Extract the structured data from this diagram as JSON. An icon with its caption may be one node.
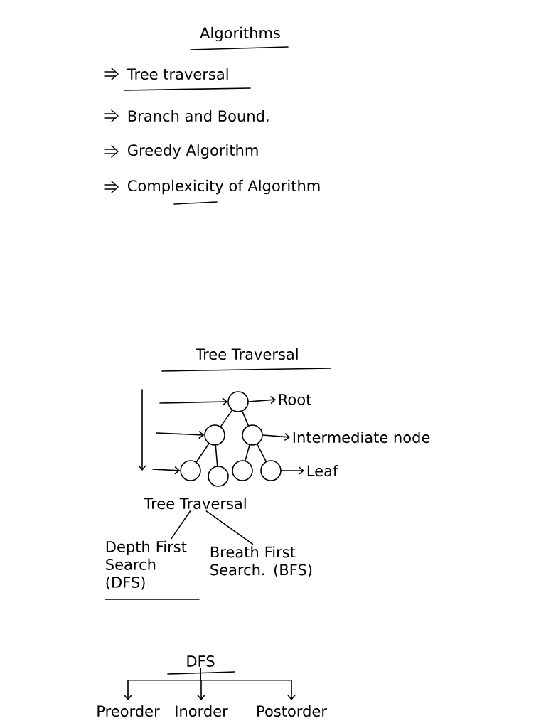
{
  "diagram": {
    "title": "Algorithms",
    "nodes": [
      {
        "text": [],
        "shape": "circle"
      },
      {
        "text": [],
        "shape": "circle"
      },
      {
        "text": [],
        "shape": "circle"
      },
      {
        "text": [],
        "shape": "circle"
      },
      {
        "text": [],
        "shape": "circle"
      },
      {
        "text": [],
        "shape": "circle"
      },
      {
        "text": [],
        "shape": "circle"
      },
      {
        "text": [
          "Root"
        ]
      },
      {
        "text": [
          "Intermediate node"
        ]
      },
      {
        "text": [
          "Leaf"
        ]
      },
      {
        "text": [
          "Tree Traversal"
        ]
      },
      {
        "text": [
          "Depth First Search (DFS)"
        ]
      },
      {
        "text": [
          "Breath First Search. (BFS)"
        ]
      },
      {
        "text": [
          "DFS"
        ]
      },
      {
        "text": [
          "Preorder"
        ]
      },
      {
        "text": [
          "Inorder"
        ]
      },
      {
        "text": [
          "Postorder"
        ]
      }
    ],
    "edges": [
      {
        "from": 0,
        "to": 1,
        "arrow": "none"
      },
      {
        "from": 0,
        "to": 2,
        "arrow": "none"
      },
      {
        "from": 1,
        "to": 3,
        "arrow": "none"
      },
      {
        "from": 1,
        "to": 4,
        "arrow": "none"
      },
      {
        "from": 2,
        "to": 5,
        "arrow": "none"
      },
      {
        "from": 2,
        "to": 6,
        "arrow": "none"
      },
      {
        "from": 0,
        "to": 7,
        "arrow": "to"
      },
      {
        "from": 2,
        "to": 8,
        "arrow": "to"
      },
      {
        "from": 6,
        "to": 9,
        "arrow": "to"
      },
      {
        "from": null,
        "to": 0,
        "arrow": "to"
      },
      {
        "from": null,
        "to": 1,
        "arrow": "to"
      },
      {
        "from": null,
        "to": 3,
        "arrow": "to"
      },
      {
        "from": 10,
        "to": 11,
        "arrow": "none"
      },
      {
        "from": 10,
        "to": 12,
        "arrow": "none"
      },
      {
        "from": 13,
        "to": 14,
        "arrow": "to"
      },
      {
        "from": 13,
        "to": 15,
        "arrow": "to"
      },
      {
        "from": 13,
        "to": 16,
        "arrow": "to"
      }
    ],
    "labels": [
      "Tree traversal",
      "Branch and Bound.",
      "Greedy Algorithm",
      "Complexicity of Algorithm",
      "Tree Traversal"
    ]
  }
}
